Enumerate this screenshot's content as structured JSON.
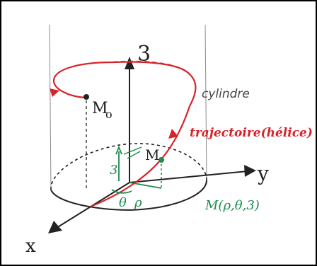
{
  "diagram": {
    "axes": {
      "z_label": "3",
      "y_label": "y",
      "x_label": "x"
    },
    "points": {
      "M0_label": "M",
      "M0_subscript": "o",
      "M_label": "M"
    },
    "labels": {
      "cylinder": "cylindre",
      "trajectory": "trajectoire(hélice)",
      "coords": "M(ρ,θ,3)",
      "z_coord": "3",
      "theta": "θ",
      "rho": "ρ"
    },
    "colors": {
      "axes": "#222222",
      "cylinder": "#555555",
      "helix": "#d8232a",
      "coordinates": "#1e8a4c"
    }
  }
}
